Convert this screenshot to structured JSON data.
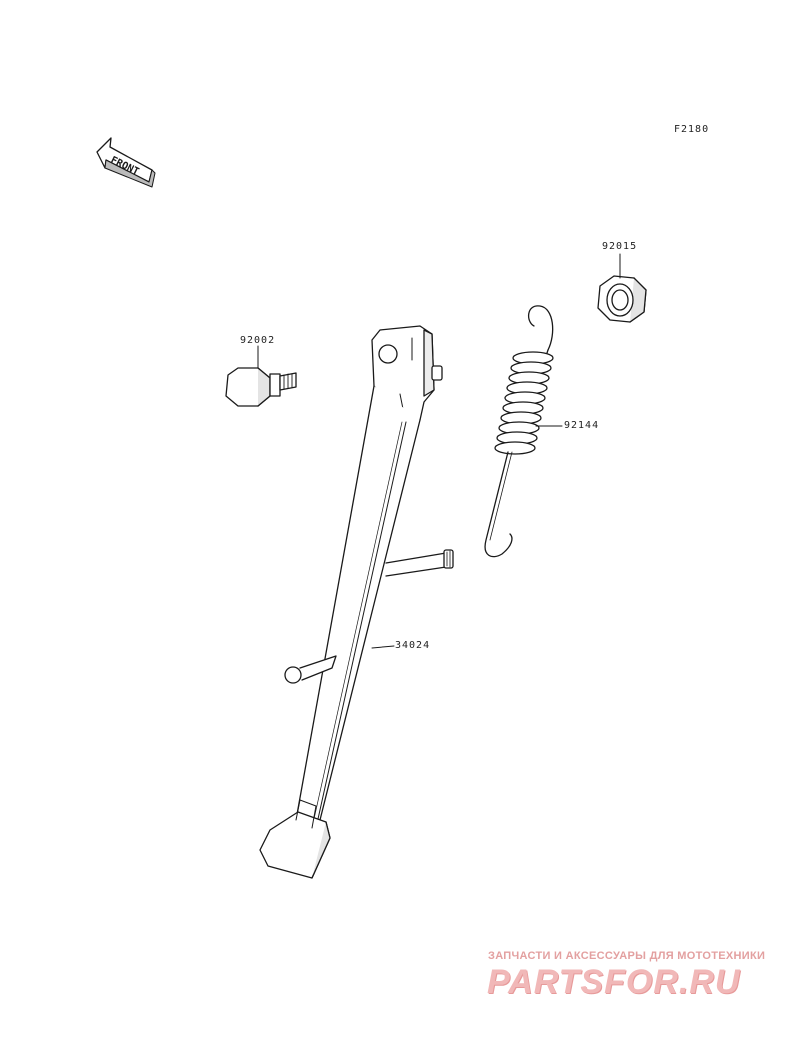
{
  "diagram_code": "F2180",
  "orientation": "FRONT",
  "parts": {
    "bolt": "92002",
    "nut": "92015",
    "spring": "92144",
    "stand": "34024"
  },
  "watermark": {
    "tagline": "ЗАПЧАСТИ И АКСЕССУАРЫ ДЛЯ МОТОТЕХНИКИ",
    "brand": "PARTSFOR.RU"
  }
}
